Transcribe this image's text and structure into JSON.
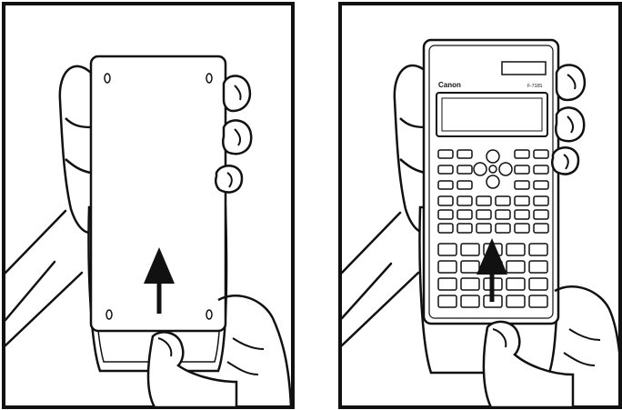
{
  "panels": [
    {
      "id": "panel-1",
      "step": 1,
      "arrow": "up"
    },
    {
      "id": "panel-2",
      "step": 2,
      "arrow": "up"
    }
  ],
  "calculator": {
    "brand_label": "Canon",
    "model_label": "F-718S"
  },
  "colors": {
    "line": "#111111",
    "background": "#ffffff"
  },
  "icons": [
    "hand-left",
    "hand-right",
    "calculator-back",
    "calculator-front",
    "up-arrow"
  ]
}
